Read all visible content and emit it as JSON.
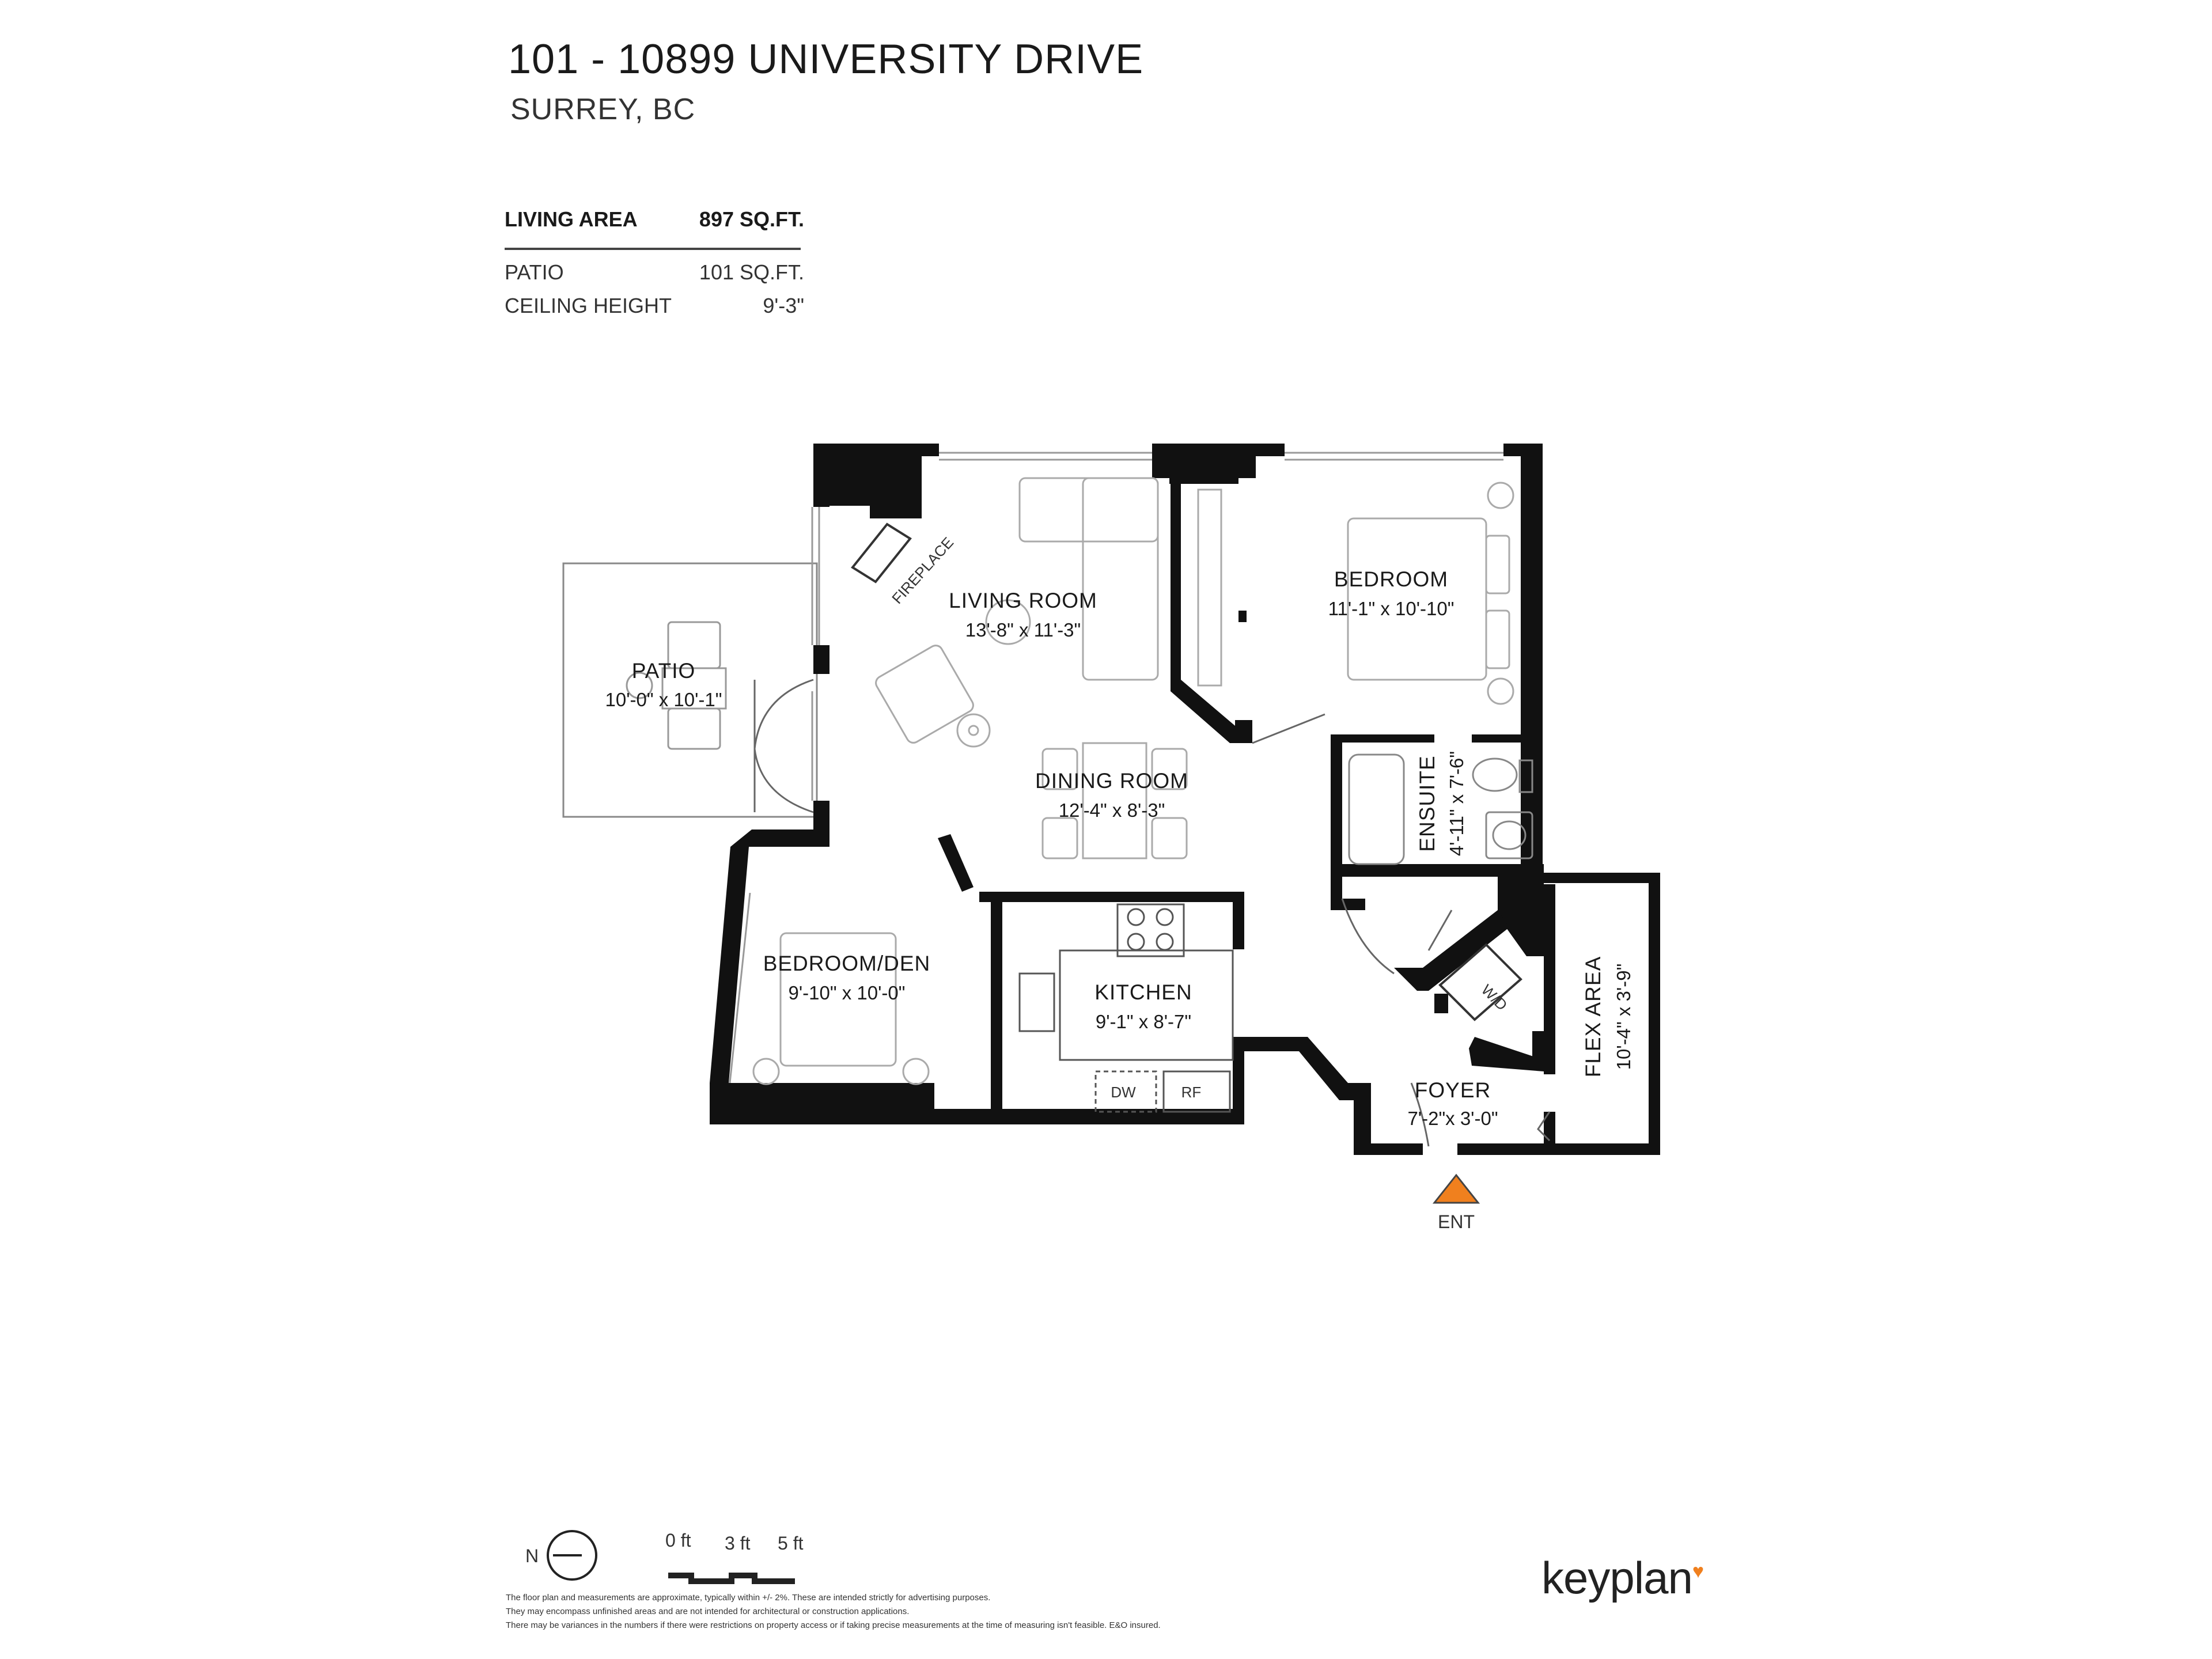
{
  "header": {
    "address": "101 - 10899 UNIVERSITY DRIVE",
    "city": "SURREY, BC"
  },
  "stats": {
    "living_area_label": "LIVING AREA",
    "living_area_value": "897 SQ.FT.",
    "patio_label": "PATIO",
    "patio_value": "101 SQ.FT.",
    "ceiling_label": "CEILING HEIGHT",
    "ceiling_value": "9'-3\""
  },
  "rooms": {
    "living": {
      "label": "LIVING ROOM",
      "dims": "13'-8\"  x  11'-3\""
    },
    "bedroom": {
      "label": "BEDROOM",
      "dims": "11'-1\"  x  10'-10\""
    },
    "patio": {
      "label": "PATIO",
      "dims": "10'-0\"  x  10'-1\""
    },
    "dining": {
      "label": "DINING ROOM",
      "dims": "12'-4\"  x  8'-3\""
    },
    "ensuite": {
      "label": "ENSUITE",
      "dims": "4'-11\" x 7'-6\""
    },
    "bedroom_den": {
      "label": "BEDROOM/DEN",
      "dims": "9'-10\"  x  10'-0\""
    },
    "kitchen": {
      "label": "KITCHEN",
      "dims": "9'-1\"  x  8'-7\""
    },
    "flex": {
      "label": "FLEX AREA",
      "dims": "10'-4\"  x  3'-9\""
    },
    "foyer": {
      "label": "FOYER",
      "dims": "7'-2\"x 3'-0\""
    }
  },
  "fixtures": {
    "fireplace": "FIREPLACE",
    "washer_dryer": "W/D",
    "dishwasher": "DW",
    "fridge": "RF"
  },
  "entrance": {
    "label": "ENT",
    "color": "#f0801e"
  },
  "compass": {
    "label": "N"
  },
  "scale": {
    "labels": [
      "0 ft",
      "3 ft",
      "5 ft"
    ]
  },
  "disclaimer": [
    "The floor plan and measurements are approximate, typically within +/- 2%. These are intended strictly for advertising purposes.",
    "They may encompass unfinished areas and are not intended for architectural or construction applications.",
    "There may be variances in the numbers if there were restrictions on property access or if taking precise measurements at the time of measuring isn't feasible. E&O insured."
  ],
  "brand": {
    "name": "keyplan",
    "accent": "#f0801e"
  }
}
